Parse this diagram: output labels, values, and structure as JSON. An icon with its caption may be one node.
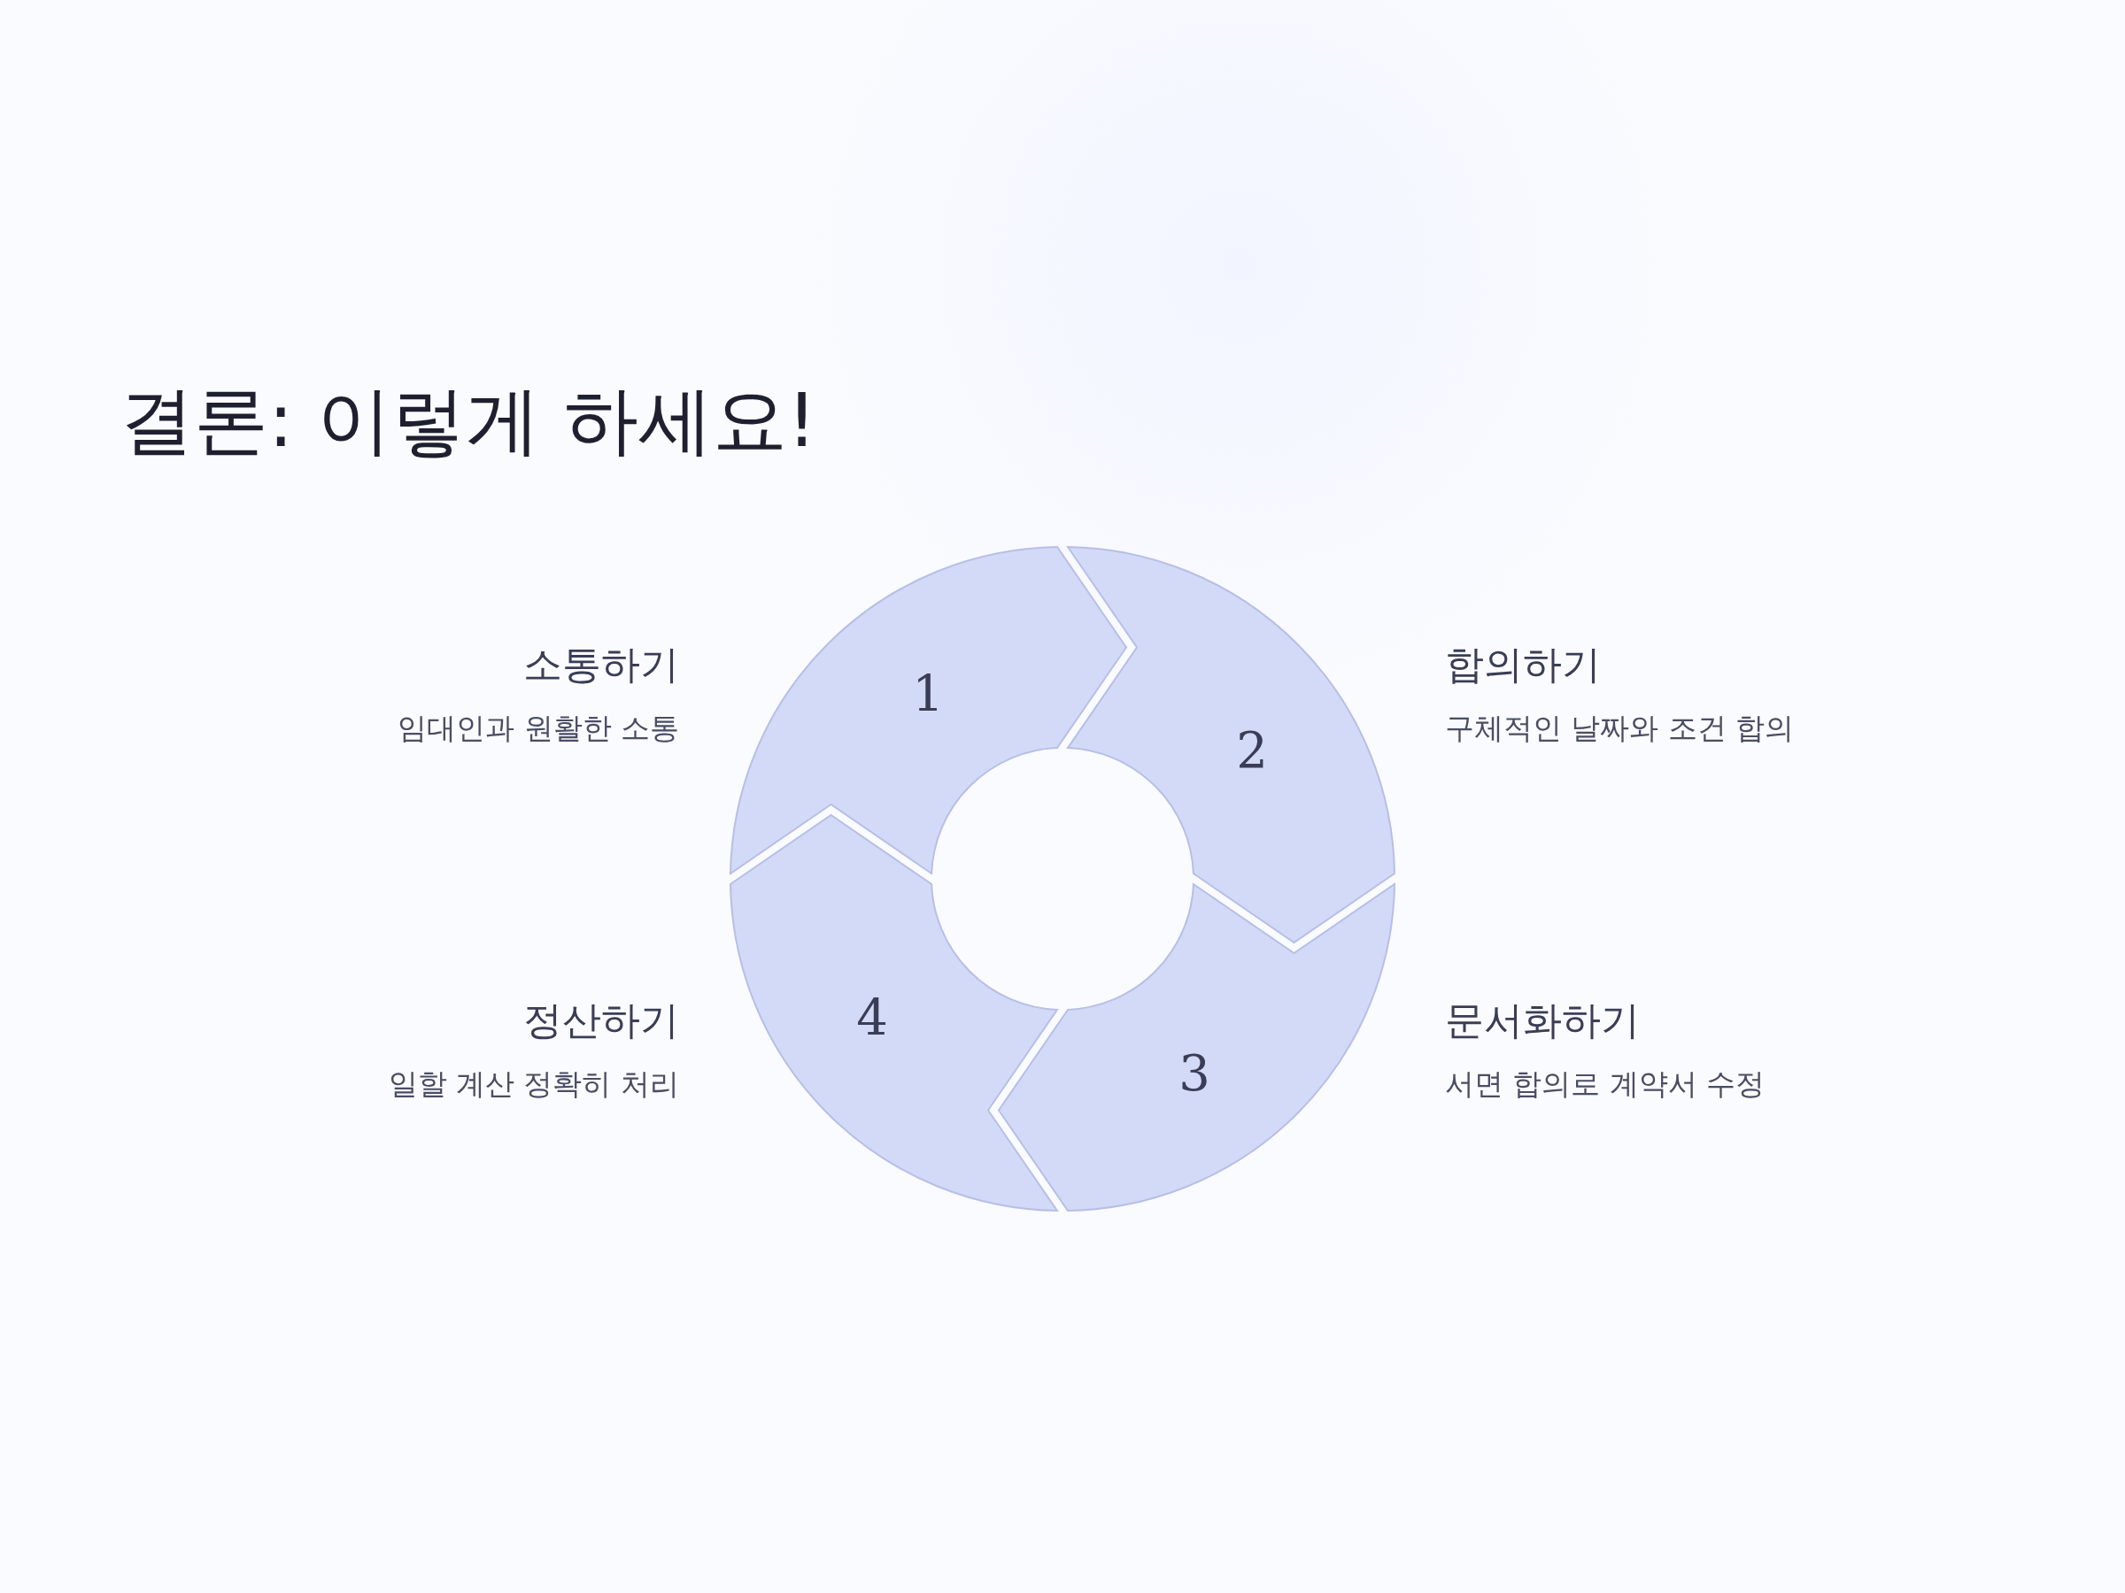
{
  "diagram": {
    "title": "결론: 이렇게 하세요!",
    "nodes": [
      {
        "text": [
          "1"
        ],
        "beside": [
          "소통하기",
          "임대인과 원활한 소통"
        ]
      },
      {
        "text": [
          "2"
        ],
        "beside": [
          "합의하기",
          "구체적인 날짜와 조건 합의"
        ]
      },
      {
        "text": [
          "3"
        ],
        "beside": [
          "문서화하기",
          "서면 합의로 계약서 수정"
        ]
      },
      {
        "text": [
          "4"
        ],
        "beside": [
          "정산하기",
          "일할 계산 정확히 처리"
        ]
      }
    ]
  }
}
